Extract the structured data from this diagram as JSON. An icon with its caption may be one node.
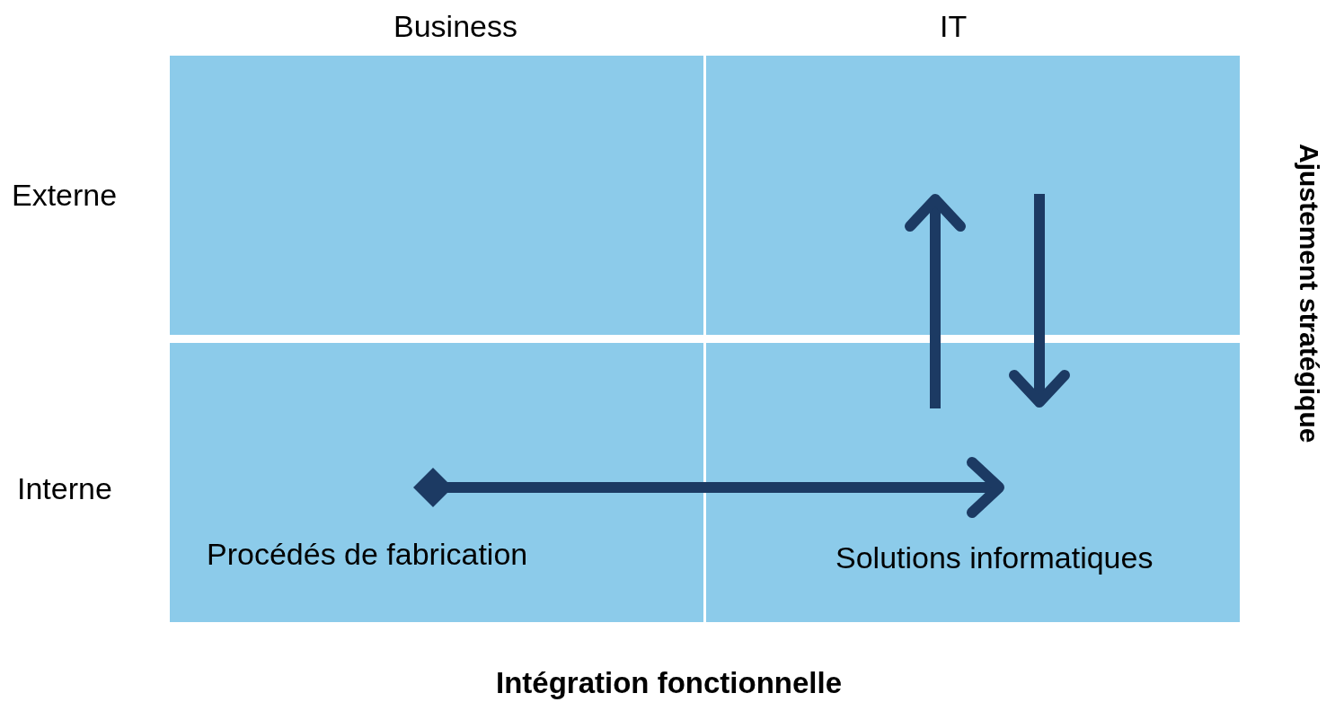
{
  "diagram": {
    "nodes": [
      {
        "text": [],
        "shape": "box"
      },
      {
        "text": [],
        "shape": "box"
      },
      {
        "text": [
          "Procédés de fabrication"
        ]
      },
      {
        "text": [
          "Solutions informatiques"
        ]
      }
    ],
    "edges": [
      {
        "from": 2,
        "to": 3,
        "arrow": "to"
      },
      {
        "from": 3,
        "to": 1,
        "arrow": "to"
      },
      {
        "from": 1,
        "to": 3,
        "arrow": "to"
      }
    ],
    "labels": [
      "Business",
      "IT",
      "Externe",
      "Interne",
      "Ajustement stratégique",
      "Intégration fonctionnelle"
    ]
  }
}
